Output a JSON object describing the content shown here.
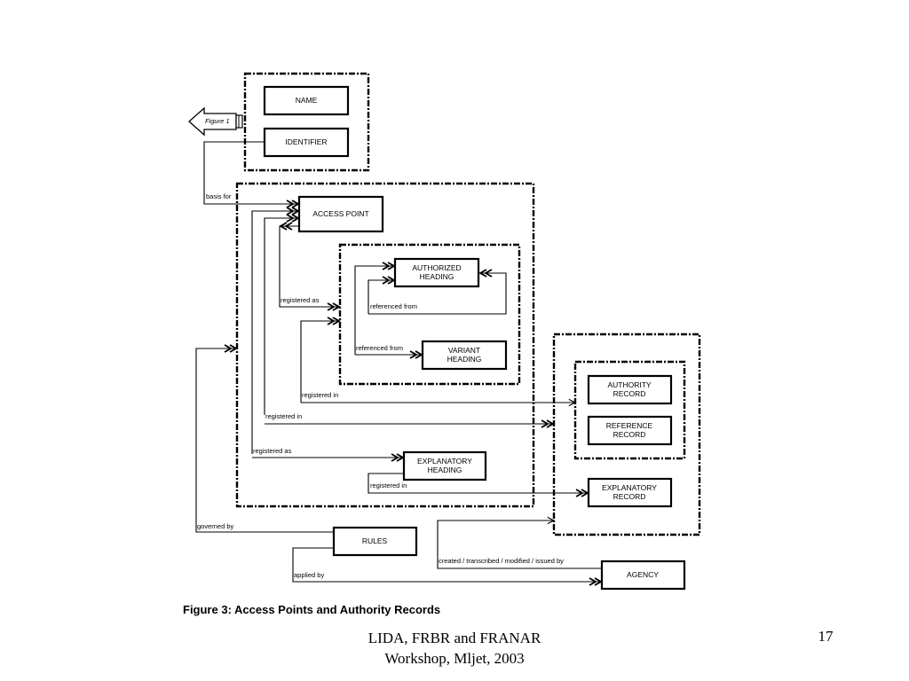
{
  "diagram": {
    "figure_ref": "Figure 1",
    "boxes": {
      "name": "NAME",
      "identifier": "IDENTIFIER",
      "access_point": "ACCESS POINT",
      "authorized_heading": [
        "AUTHORIZED",
        "HEADING"
      ],
      "variant_heading": [
        "VARIANT",
        "HEADING"
      ],
      "explanatory_heading": [
        "EXPLANATORY",
        "HEADING"
      ],
      "authority_record": [
        "AUTHORITY",
        "RECORD"
      ],
      "reference_record": [
        "REFERENCE",
        "RECORD"
      ],
      "explanatory_record": [
        "EXPLANATORY",
        "RECORD"
      ],
      "rules": "RULES",
      "agency": "AGENCY"
    },
    "edges": {
      "basis_for": "basis for",
      "registered_as_1": "registered as",
      "referenced_from_1": "referenced from",
      "referenced_from_2": "referenced from",
      "registered_in_1": "registered in",
      "registered_in_2": "registered in",
      "registered_as_2": "registered as",
      "registered_in_3": "registered in",
      "governed_by": "governed by",
      "created_by": "created / transcribed / modified / issued by",
      "applied_by": "applied by"
    }
  },
  "caption": "Figure 3: Access Points and Authority Records",
  "footer": {
    "line1": "LIDA, FRBR and FRANAR",
    "line2": "Workshop, Mljet, 2003",
    "page_number": "17"
  }
}
